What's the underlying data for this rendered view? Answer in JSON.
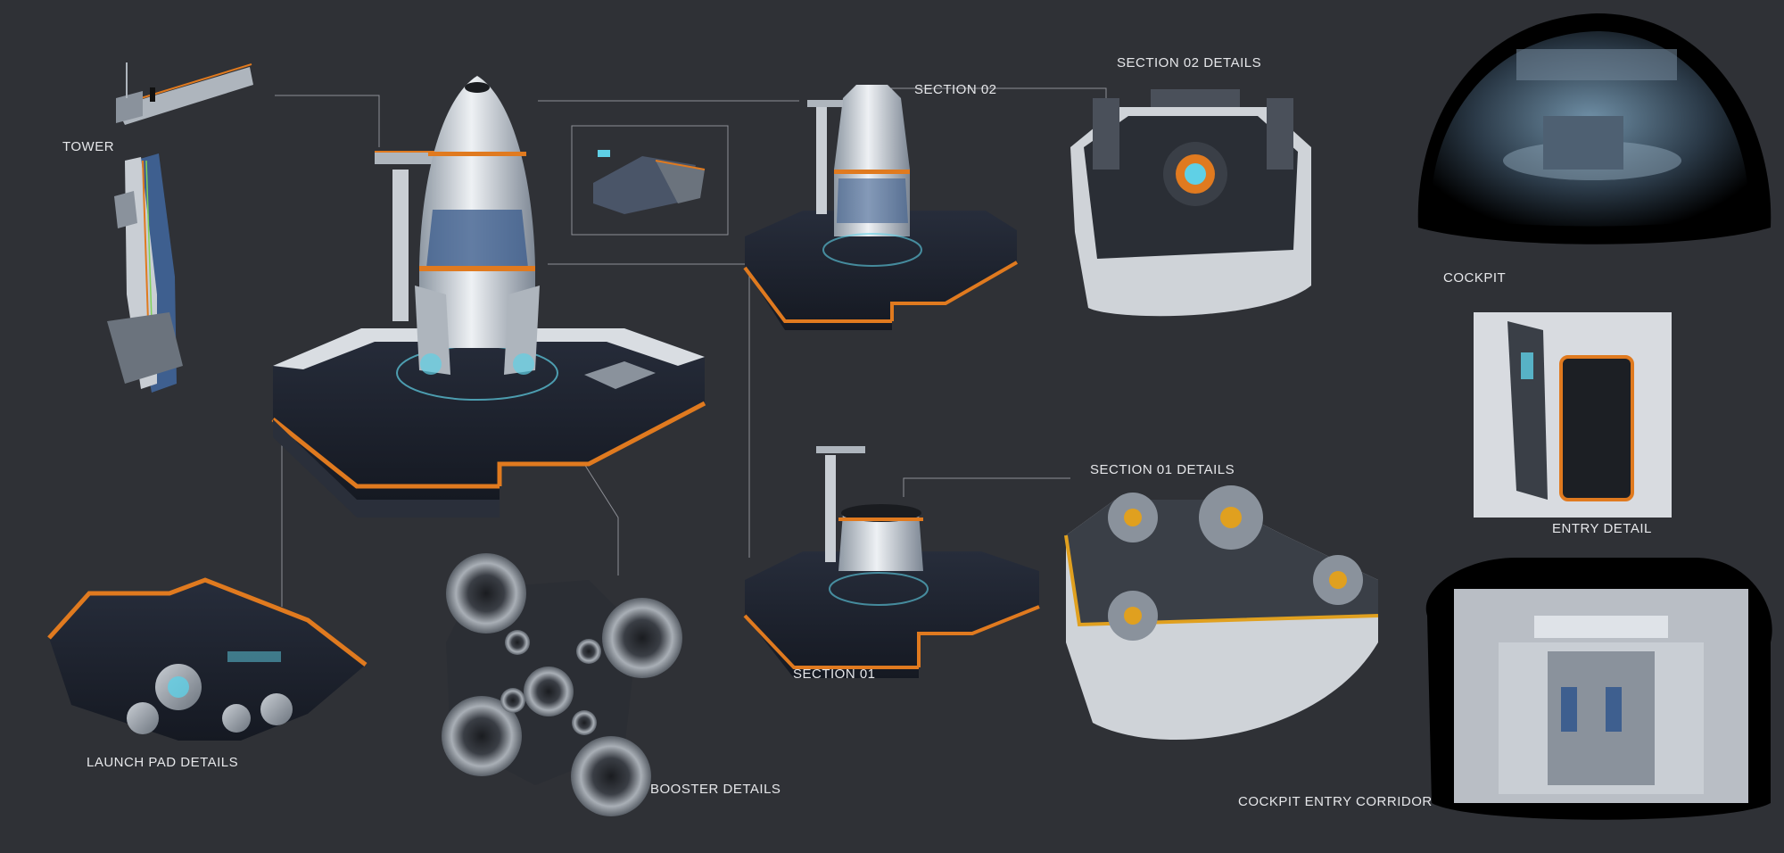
{
  "labels": {
    "tower": "TOWER",
    "section_02": "SECTION 02",
    "section_02_details": "SECTION 02 DETAILS",
    "cockpit": "COCKPIT",
    "entry_detail": "ENTRY DETAIL",
    "section_01_details": "SECTION 01 DETAILS",
    "section_01": "SECTION 01",
    "launch_pad_details": "LAUNCH PAD DETAILS",
    "booster_details": "BOOSTER DETAILS",
    "cockpit_entry_corridor": "COCKPIT ENTRY  CORRIDOR"
  },
  "colors": {
    "background": "#2f3136",
    "hull": "#d9dde2",
    "hull_shade": "#9aa3ad",
    "accent_blue": "#3e5f8f",
    "accent_orange": "#e07a1f",
    "pad_dark": "#1d2230",
    "glow": "#5fd0e6"
  }
}
